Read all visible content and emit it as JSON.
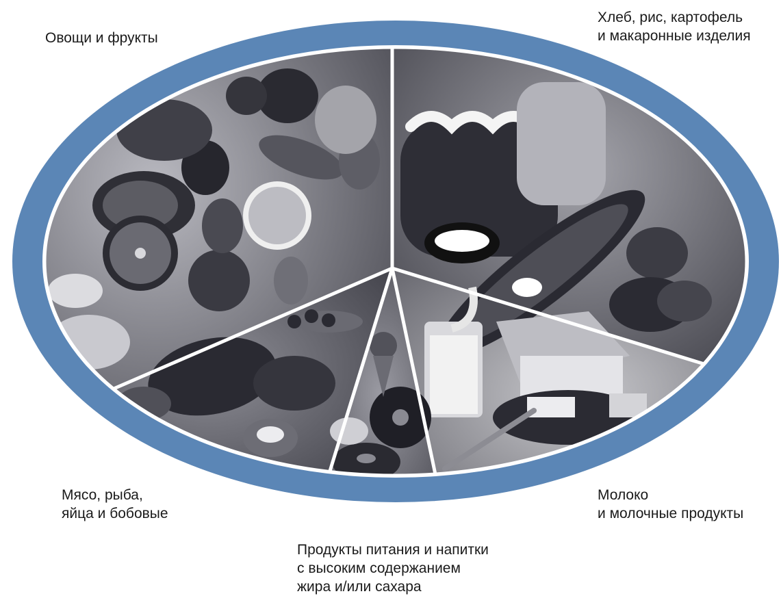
{
  "labels": {
    "vegetables_fruits": "Овощи и фрукты",
    "bread": [
      "Хлеб, рис, картофель",
      "и макаронные изделия"
    ],
    "meat": [
      "Мясо, рыба,",
      "яйца и бобовые"
    ],
    "dairy": [
      "Молоко",
      "и молочные продукты"
    ],
    "sweets": [
      "Продукты питания и напитки",
      "с высоким содержанием",
      "жира и/или сахара"
    ]
  },
  "colors": {
    "rim": "#5b86b6",
    "rim_dark": "#3e6a9c",
    "divider": "#ffffff",
    "sector_fill": "#8a8a92"
  },
  "sectors": [
    {
      "name": "vegetables-fruits",
      "icon": "fruit-vegetable-illustration"
    },
    {
      "name": "bread-rice-potatoes-pasta",
      "icon": "bread-potato-illustration"
    },
    {
      "name": "dairy",
      "icon": "milk-cheese-illustration"
    },
    {
      "name": "fatty-sugary",
      "icon": "donut-icecream-illustration"
    },
    {
      "name": "meat-fish-eggs-beans",
      "icon": "meat-fish-illustration"
    }
  ]
}
